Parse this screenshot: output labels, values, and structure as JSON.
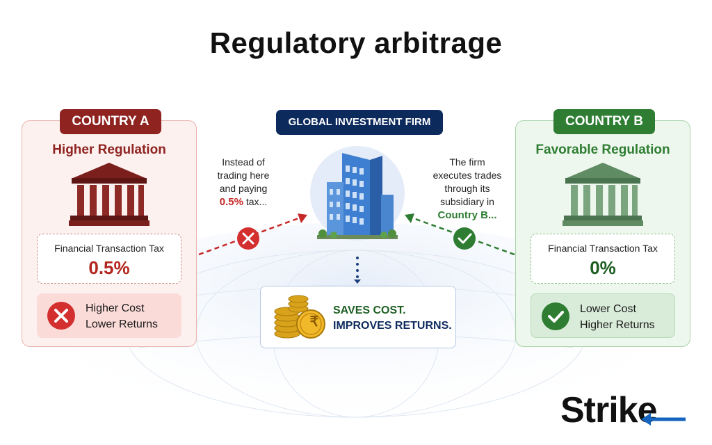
{
  "title": "Regulatory arbitrage",
  "firm": {
    "label": "GLOBAL INVESTMENT FIRM"
  },
  "country_a": {
    "badge": "COUNTRY A",
    "regulation": "Higher Regulation",
    "tax_label": "Financial Transaction Tax",
    "tax_value": "0.5%",
    "result_line1": "Higher Cost",
    "result_line2": "Lower Returns",
    "color": "#8e2320"
  },
  "country_b": {
    "badge": "COUNTRY B",
    "regulation": "Favorable Regulation",
    "tax_label": "Financial Transaction Tax",
    "tax_value": "0%",
    "result_line1": "Lower Cost",
    "result_line2": "Higher Returns",
    "color": "#2e7d32"
  },
  "note_a": {
    "line1": "Instead of",
    "line2": "trading here",
    "line3": "and paying",
    "highlight": "0.5%",
    "suffix": " tax..."
  },
  "note_b": {
    "line1": "The firm",
    "line2": "executes trades",
    "line3": "through its",
    "line4": "subsidiary in",
    "highlight": "Country B..."
  },
  "savings": {
    "line1": "SAVES COST.",
    "line2": "IMPROVES RETURNS.",
    "coin_symbol": "₹"
  },
  "logo": {
    "text_main": "Stri",
    "text_end": "k",
    "text_last": "e",
    "accent": "#1565c0"
  }
}
